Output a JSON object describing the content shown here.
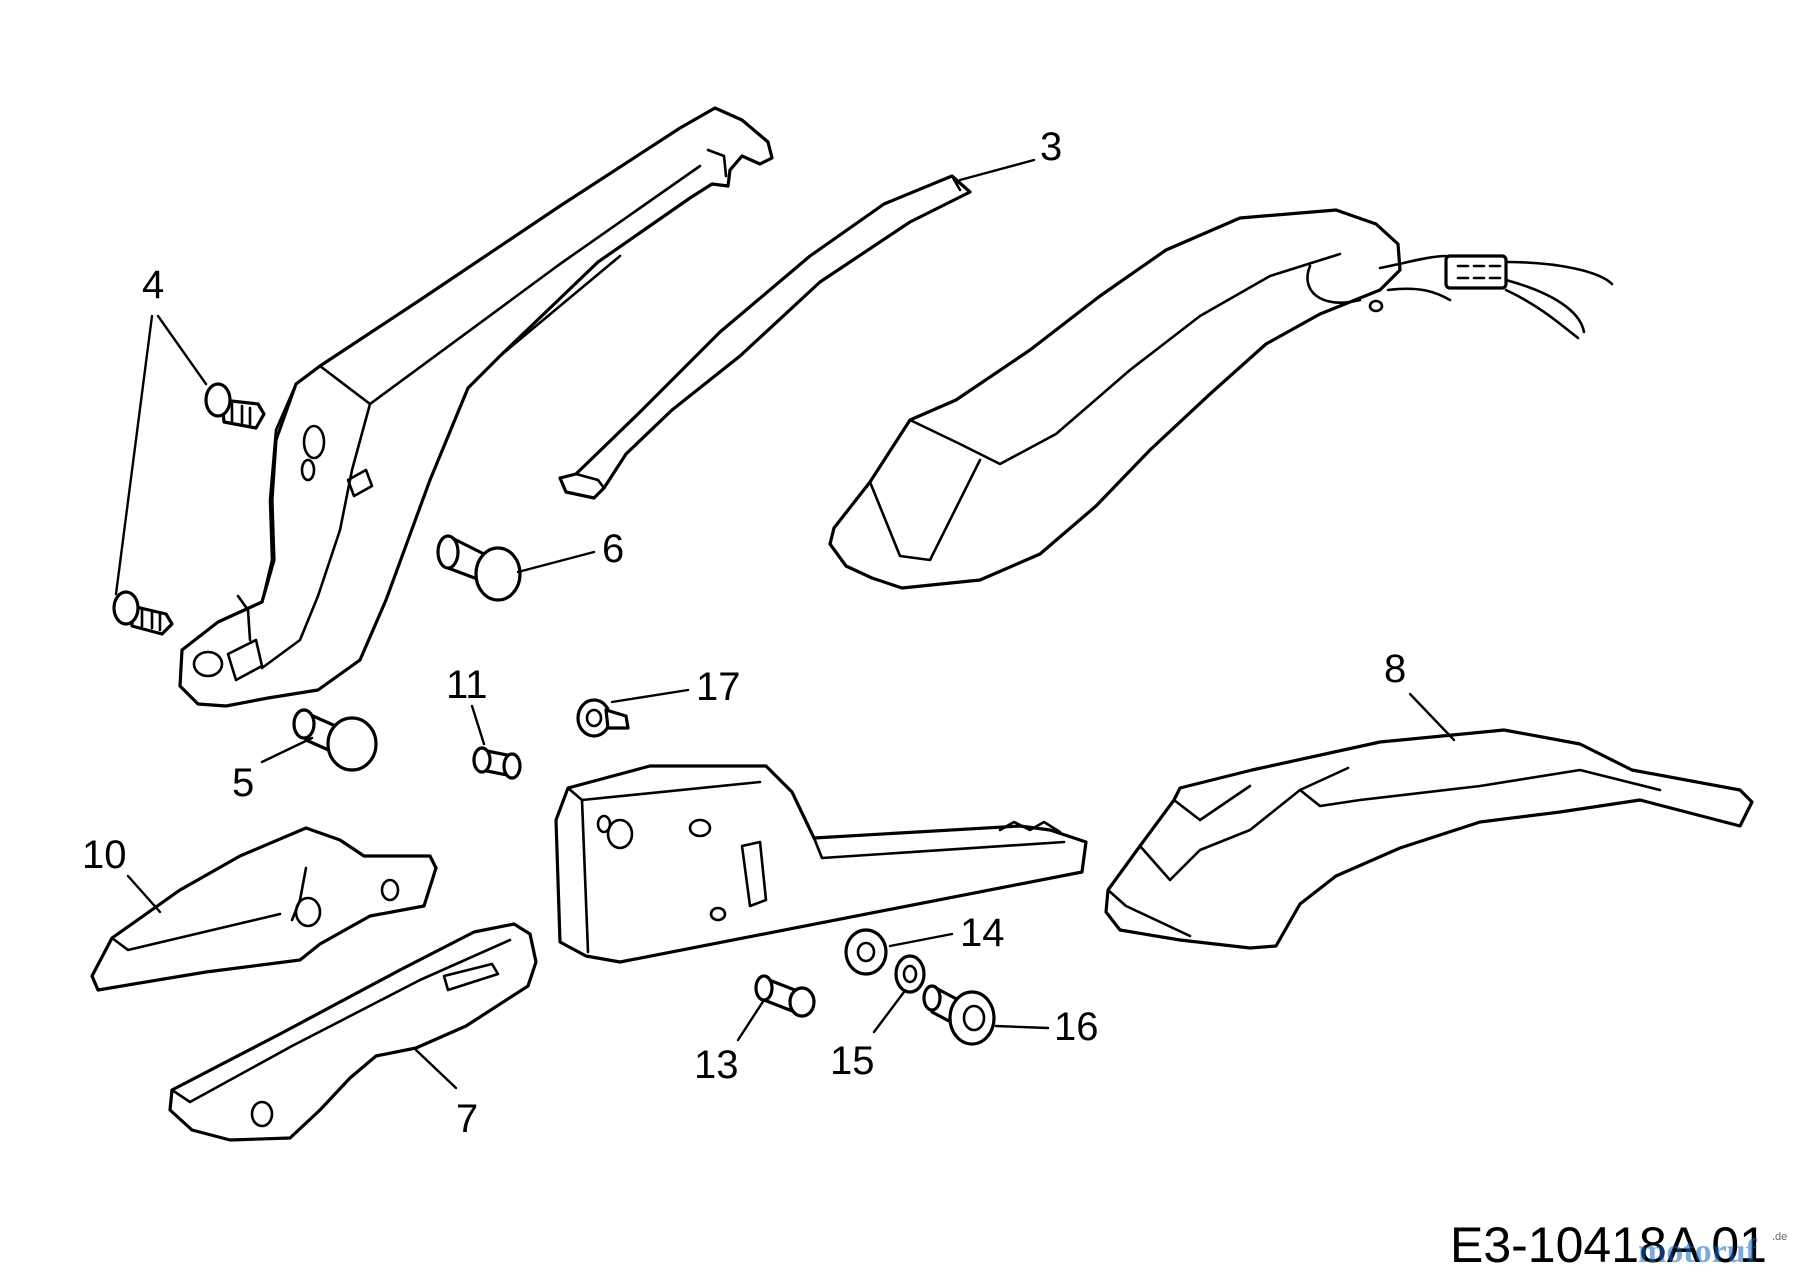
{
  "diagram": {
    "callouts": {
      "c3": "3",
      "c4": "4",
      "c5": "5",
      "c6": "6",
      "c7": "7",
      "c8": "8",
      "c10": "10",
      "c11": "11",
      "c13": "13",
      "c14": "14",
      "c15": "15",
      "c16": "16",
      "c17": "17"
    },
    "drawing_code": "E3-10418A 01",
    "watermark": {
      "brand": "motoruf",
      "tld": ".de",
      "colors": [
        "#c0392b",
        "#2e7d32",
        "#1565c0"
      ]
    }
  }
}
